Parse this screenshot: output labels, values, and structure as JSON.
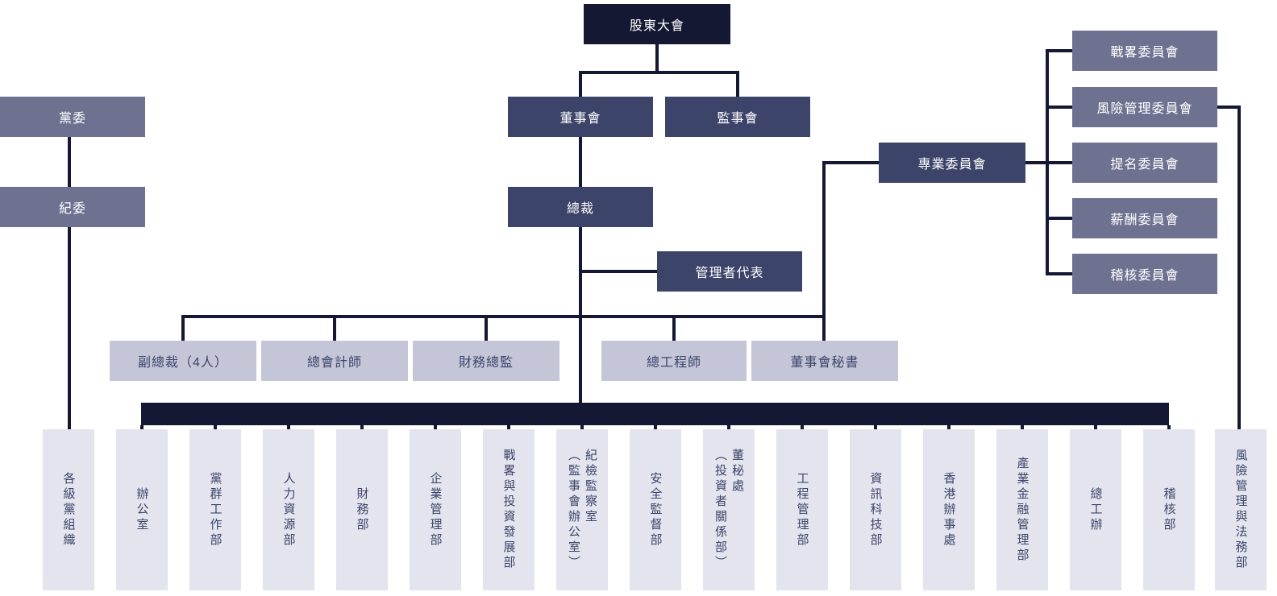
{
  "colors": {
    "darkest": "#141833",
    "medium": "#3d4469",
    "grayblue": "#6e7290",
    "light": "#c4c6d8",
    "lightest": "#e3e4ee"
  },
  "nodes": {
    "shareholders": "股東大會",
    "board": "董事會",
    "supervisory": "監事會",
    "party_committee": "黨委",
    "discipline_committee": "紀委",
    "president": "總裁",
    "management_rep": "管理者代表",
    "special_committees": "專業委員會",
    "strategy_committee": "戰畧委員會",
    "risk_committee": "風險管理委員會",
    "nomination_committee": "提名委員會",
    "remuneration_committee": "薪酬委員會",
    "audit_committee": "稽核委員會",
    "vice_presidents": "副總裁（4人）",
    "chief_accountant": "總會計師",
    "finance_director": "財務總監",
    "chief_engineer": "總工程師",
    "board_secretary": "董事會秘書"
  },
  "departments": [
    {
      "label": "各級黨組織"
    },
    {
      "label": "辦公室"
    },
    {
      "label": "黨群工作部"
    },
    {
      "label": "人力資源部"
    },
    {
      "label": "財務部"
    },
    {
      "label": "企業管理部"
    },
    {
      "label": "戰畧與投資發展部"
    },
    {
      "label": "紀檢監察室\n（監事會辦公室）"
    },
    {
      "label": "安全監督部"
    },
    {
      "label": "董秘處\n（投資者關係部）"
    },
    {
      "label": "工程管理部"
    },
    {
      "label": "資訊科技部"
    },
    {
      "label": "香港辦事處"
    },
    {
      "label": "產業金融管理部"
    },
    {
      "label": "總工辦"
    },
    {
      "label": "稽核部"
    },
    {
      "label": "風險管理與法務部"
    }
  ]
}
